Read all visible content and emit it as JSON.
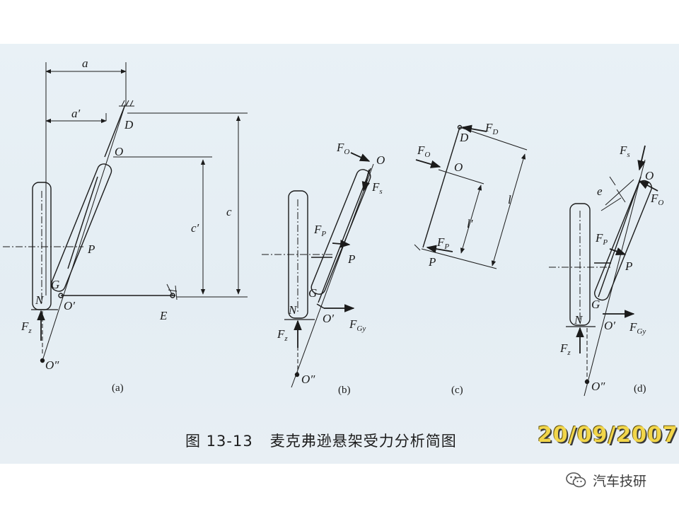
{
  "labels": {
    "a": "a",
    "a_prime": "a′",
    "c": "c",
    "c_prime": "c′",
    "D": "D",
    "O": "O",
    "P": "P",
    "G": "G",
    "N": "N",
    "O_prime": "O′",
    "O_double_prime": "O″",
    "E": "E",
    "F": "F",
    "sub_z": "z",
    "sub_O": "O",
    "sub_s": "s",
    "sub_P": "P",
    "sub_Gy": "Gy",
    "sub_D": "D",
    "l": "l",
    "l_prime": "l′",
    "e": "e"
  },
  "panels": {
    "a": "(a)",
    "b": "(b)",
    "c": "(c)",
    "d": "(d)"
  },
  "caption": {
    "number": "图 13-13",
    "title": "麦克弗逊悬架受力分析简图"
  },
  "date_stamp": "20/09/2007",
  "watermark": {
    "text": "汽车技研",
    "icon": "wechat-icon"
  }
}
